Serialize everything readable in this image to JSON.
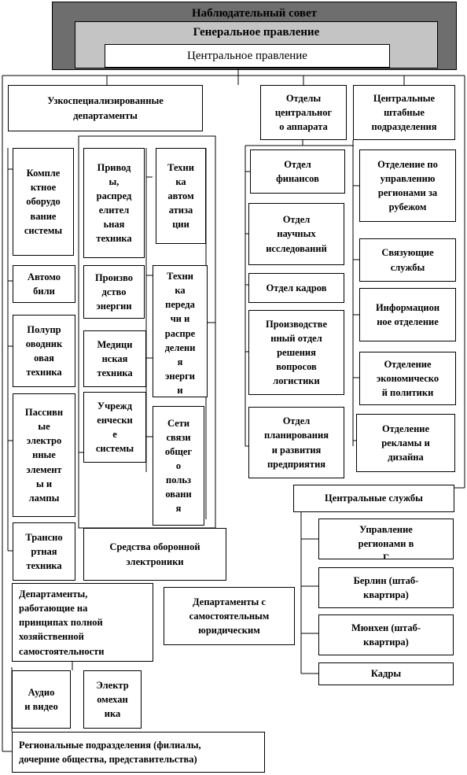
{
  "header": {
    "supervisory_board": "Наблюдательный совет",
    "general_board": "Генеральное правление",
    "central_board": "Центральное правление"
  },
  "left": {
    "specialized_departments": "Узкоспециализированные\nдепартаменты",
    "components": "Компле\nктное\nоборудо\nвание\nсистемы",
    "drives": "Привод\nы,\nраспред\nелител\nьная\nтехника",
    "automation": "Техни\nка\nавтом\nатиза\nции",
    "automobiles": "Автомо\nбили",
    "power_generation": "Произво\nдство\nэнергии",
    "power_transmission": "Техни\nка\nпереда\nчи и\nраспре\nделени\nя\nэнерги\nи",
    "semiconductor": "Полупр\nоводник\nовая\nтехника",
    "medical": "Медици\nнская\nтехника",
    "passive_components": "Пассивн\nые\nэлектро\nнные\nэлемент\nы и\nлампы",
    "institutional": "Учрежд\nенчески\nе\nсистемы",
    "public_networks": "Сети\nсвязи\nобщег\nо\nпольз\nовани\nя",
    "transport": "Трансно\nртная\nтехника",
    "defense": "Средства оборонной\nэлектроники",
    "self_financing": "Департаменты,\nработающие на\nпринципах полной\nхозяйственной\nсамостоятельности",
    "legal_entities": "Департаменты с\nсамостоятельным\nюридическим",
    "audio_video": "Аудио\nи видео",
    "electromech": "Электр\nомехан\nика",
    "regional": "Региональные подразделения (филиалы,\nдочерние общества, представительства)"
  },
  "right": {
    "central_apparatus": "Отделы\nцентральног\nо аппарата",
    "central_staff": "Центральные\nштабные\nподразделения",
    "finance": "Отдел\nфинансов",
    "foreign_regions": "Отделение по\nуправлению\nрегионами за\nрубежом",
    "research": "Отдел\nнаучных\nисследований",
    "liaison": "Связующие\nслужбы",
    "personnel": "Отдел кадров",
    "information": "Информацион\nное отделение",
    "logistics": "Производстве\nнный отдел\nрешения\nвопросов\nлогистики",
    "economic_policy": "Отделение\nэкономическо\nй политики",
    "planning": "Отдел\nпланирования\nи развития\nпредприятия",
    "advertising": "Отделение\nрекламы и\nдизайна",
    "central_services": "Центральные службы",
    "regional_management": "Управление\nрегионами в\nГ",
    "berlin": "Берлин (штаб-\nквартира)",
    "munich": "Мюнхен (штаб-\nквартира)",
    "cadres": "Кадры"
  }
}
